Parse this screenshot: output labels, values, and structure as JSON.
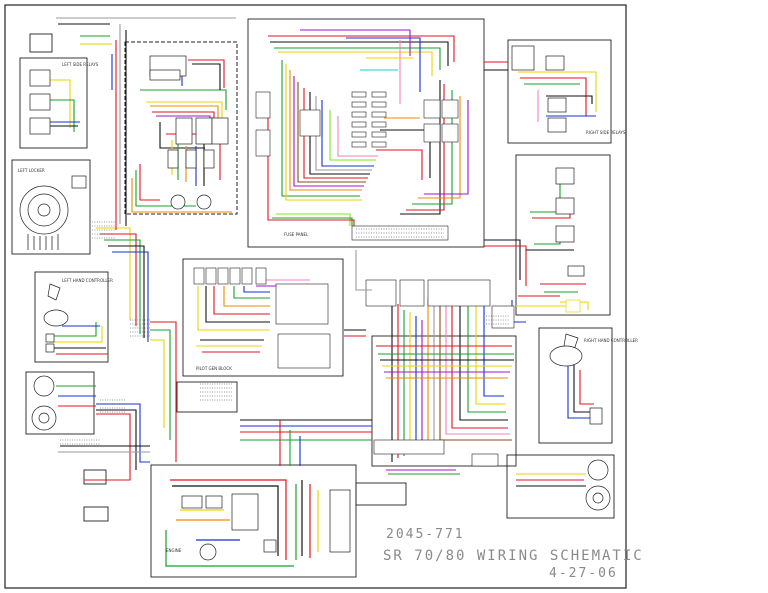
{
  "drawing": {
    "part_number": "2045-771",
    "title": "SR 70/80 WIRING SCHEMATIC",
    "date": "4-27-06"
  },
  "blocks": {
    "fuse_panel": "FUSE PANEL",
    "pilot_gen_block": "PILOT GEN BLOCK",
    "engine": "ENGINE",
    "left_side_relays": "LEFT SIDE RELAYS",
    "left_locker": "LEFT LOCKER",
    "right_side_relays": "RIGHT SIDE RELAYS",
    "left_joystick": "LEFT HAND CONTROLLER",
    "right_joystick": "RIGHT HAND CONTROLLER"
  },
  "wire_colors": {
    "red": "#e0141e",
    "black": "#111111",
    "green": "#14a02a",
    "blue": "#1430d2",
    "yellow": "#e8d400",
    "orange": "#f08a00",
    "purple": "#a014c8",
    "brown": "#8a4a14",
    "pink": "#f080c0",
    "gray": "#9a9a9a",
    "lime": "#7ce81e",
    "cyan": "#1ec8d2"
  }
}
